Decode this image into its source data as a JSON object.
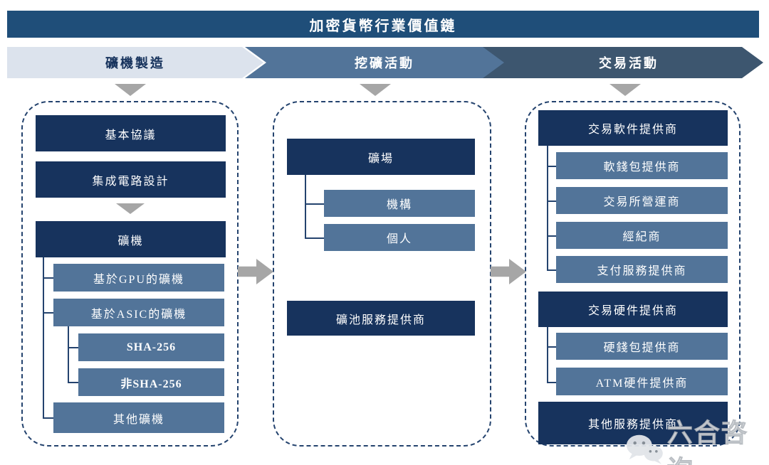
{
  "title": "加密貨幣行業價值鏈",
  "stages": [
    {
      "label": "礦機製造",
      "bg": "#dce3ed",
      "text_color": "#17335d"
    },
    {
      "label": "挖礦活動",
      "bg": "#527499",
      "text_color": "#ffffff"
    },
    {
      "label": "交易活動",
      "bg": "#3d566f",
      "text_color": "#ffffff"
    }
  ],
  "columns": [
    {
      "stage": "礦機製造",
      "boxes": [
        {
          "label": "基本協議",
          "style": "dark",
          "level": 0
        },
        {
          "label": "集成電路設計",
          "style": "dark",
          "level": 0
        },
        {
          "label": "礦機",
          "style": "dark",
          "level": 0
        },
        {
          "label": "基於GPU的礦機",
          "style": "light",
          "level": 1
        },
        {
          "label": "基於ASIC的礦機",
          "style": "light",
          "level": 1
        },
        {
          "label": "SHA-256",
          "style": "light",
          "level": 2
        },
        {
          "label": "非SHA-256",
          "style": "light",
          "level": 2
        },
        {
          "label": "其他礦機",
          "style": "light",
          "level": 1
        }
      ]
    },
    {
      "stage": "挖礦活動",
      "boxes": [
        {
          "label": "礦場",
          "style": "dark",
          "level": 0
        },
        {
          "label": "機構",
          "style": "light",
          "level": 1
        },
        {
          "label": "個人",
          "style": "light",
          "level": 1
        },
        {
          "label": "礦池服務提供商",
          "style": "dark",
          "level": 0
        }
      ]
    },
    {
      "stage": "交易活動",
      "boxes": [
        {
          "label": "交易軟件提供商",
          "style": "dark",
          "level": 0
        },
        {
          "label": "軟錢包提供商",
          "style": "light",
          "level": 1
        },
        {
          "label": "交易所營運商",
          "style": "light",
          "level": 1
        },
        {
          "label": "經紀商",
          "style": "light",
          "level": 1
        },
        {
          "label": "支付服務提供商",
          "style": "light",
          "level": 1
        },
        {
          "label": "交易硬件提供商",
          "style": "dark",
          "level": 0
        },
        {
          "label": "硬錢包提供商",
          "style": "light",
          "level": 1
        },
        {
          "label": "ATM硬件提供商",
          "style": "light",
          "level": 1
        },
        {
          "label": "其他服務提供商",
          "style": "dark",
          "level": 0
        }
      ]
    }
  ],
  "watermark": {
    "label": "六合咨询",
    "icon": "wechat-icon"
  },
  "colors": {
    "title_bar": "#1f4e79",
    "dark_box": "#17335d",
    "light_box": "#527499",
    "stage_1_bg": "#dce3ed",
    "stage_2_bg": "#527499",
    "stage_3_bg": "#3d566f",
    "arrow_gray": "#a6a6a6",
    "outline_navy": "#24436e"
  }
}
